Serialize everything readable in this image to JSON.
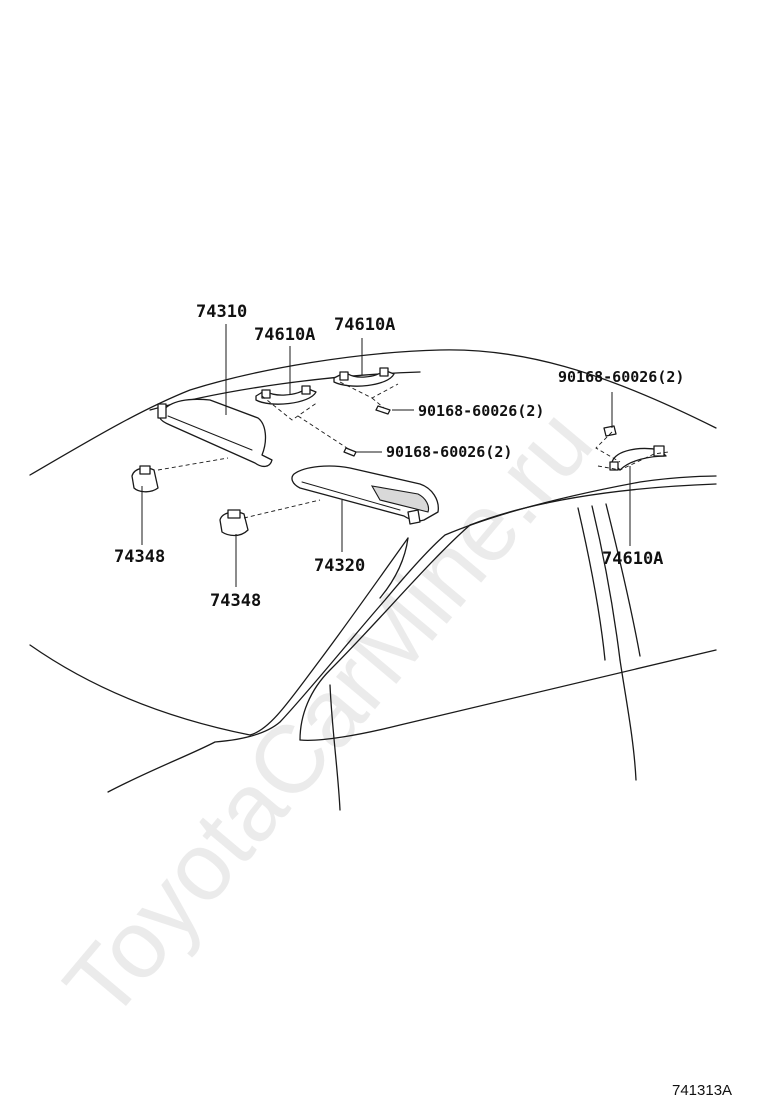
{
  "watermark": "ToyotaCarMine.ru",
  "figure_id": "741313A",
  "parts": {
    "sun_visor_left": "74310",
    "sun_visor_right": "74320",
    "visor_holder_left": "74348",
    "visor_holder_right": "74348",
    "assist_grip_1": "74610A",
    "assist_grip_2": "74610A",
    "assist_grip_rear": "74610A",
    "screw_1": "90168-60026(2)",
    "screw_2": "90168-60026(2)",
    "screw_rear": "90168-60026(2)"
  }
}
